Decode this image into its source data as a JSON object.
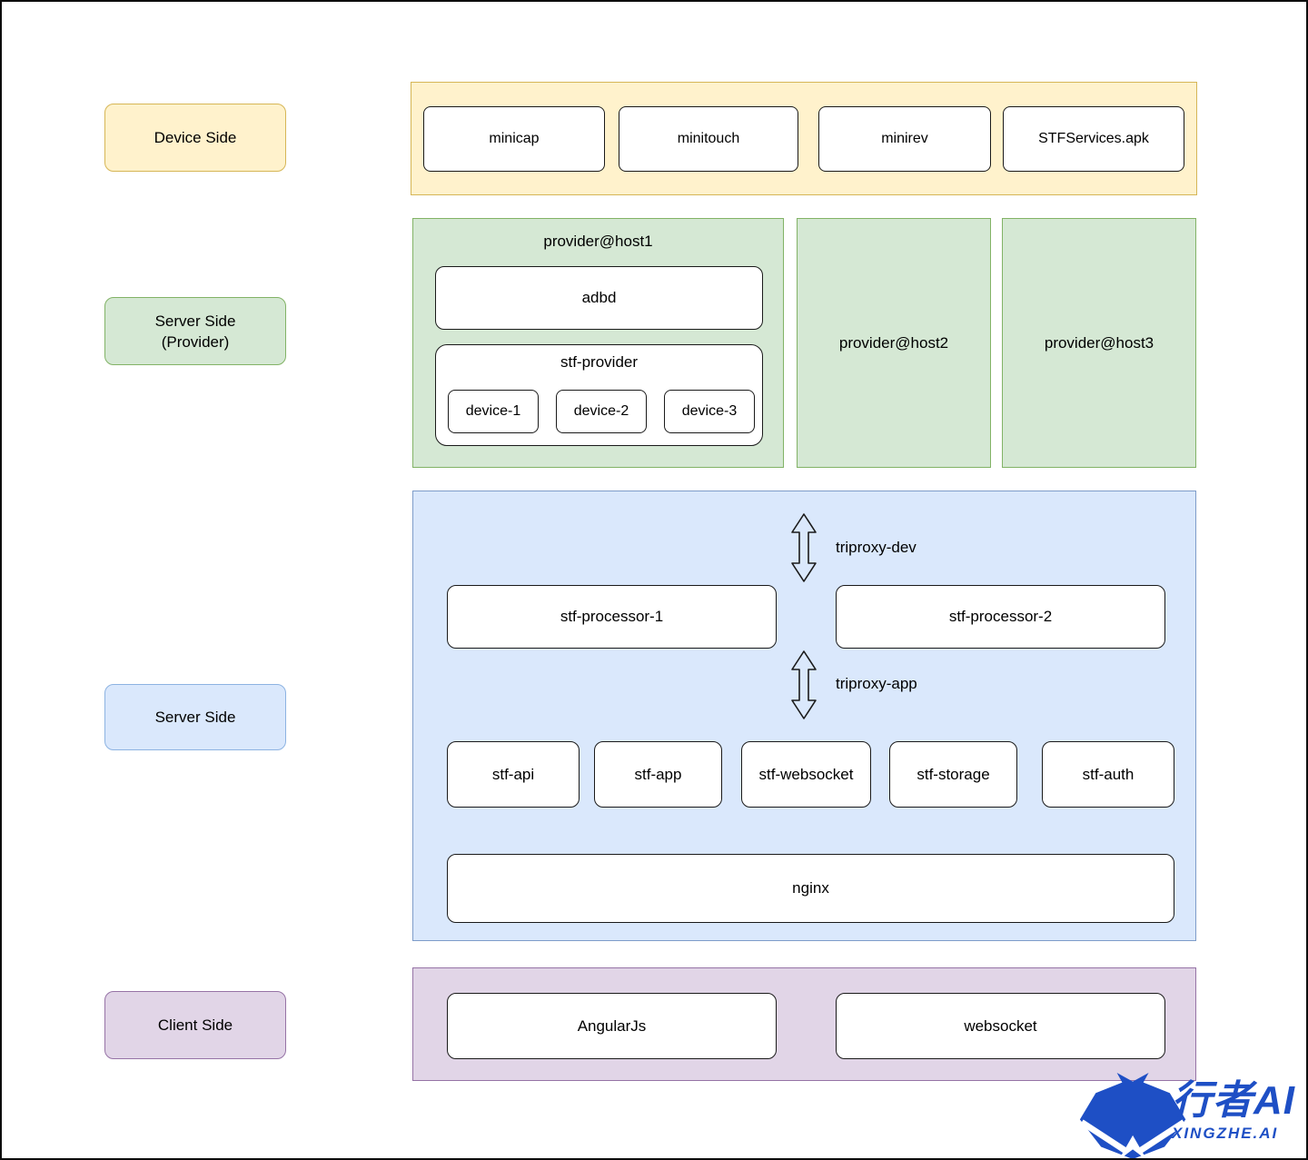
{
  "colors": {
    "device_layer_fill": "#FFF2CC",
    "device_layer_stroke": "#D6B656",
    "provider_layer_fill": "#D5E8D4",
    "provider_layer_stroke": "#82B366",
    "server_layer_fill": "#DAE8FC",
    "server_layer_stroke": "#7E9CC9",
    "client_layer_fill": "#E1D5E7",
    "client_layer_stroke": "#9673A6",
    "node_stroke": "#000000",
    "logo_blue": "#1E4FC5"
  },
  "side_labels": {
    "device": "Device Side",
    "provider_line1": "Server Side",
    "provider_line2": "(Provider)",
    "server": "Server Side",
    "client": "Client Side"
  },
  "device_layer": {
    "nodes": [
      "minicap",
      "minitouch",
      "minirev",
      "STFServices.apk"
    ]
  },
  "provider_layer": {
    "host1": {
      "title": "provider@host1",
      "adbd": "adbd",
      "stf_provider": {
        "title": "stf-provider",
        "devices": [
          "device-1",
          "device-2",
          "device-3"
        ]
      }
    },
    "host2": "provider@host2",
    "host3": "provider@host3"
  },
  "server_layer": {
    "triproxy_dev": "triproxy-dev",
    "processors": [
      "stf-processor-1",
      "stf-processor-2"
    ],
    "triproxy_app": "triproxy-app",
    "services": [
      "stf-api",
      "stf-app",
      "stf-websocket",
      "stf-storage",
      "stf-auth"
    ],
    "nginx": "nginx"
  },
  "client_layer": {
    "nodes": [
      "AngularJs",
      "websocket"
    ]
  },
  "watermark": {
    "brand_cn": "行者AI",
    "brand_en": "XINGZHE.AI"
  }
}
